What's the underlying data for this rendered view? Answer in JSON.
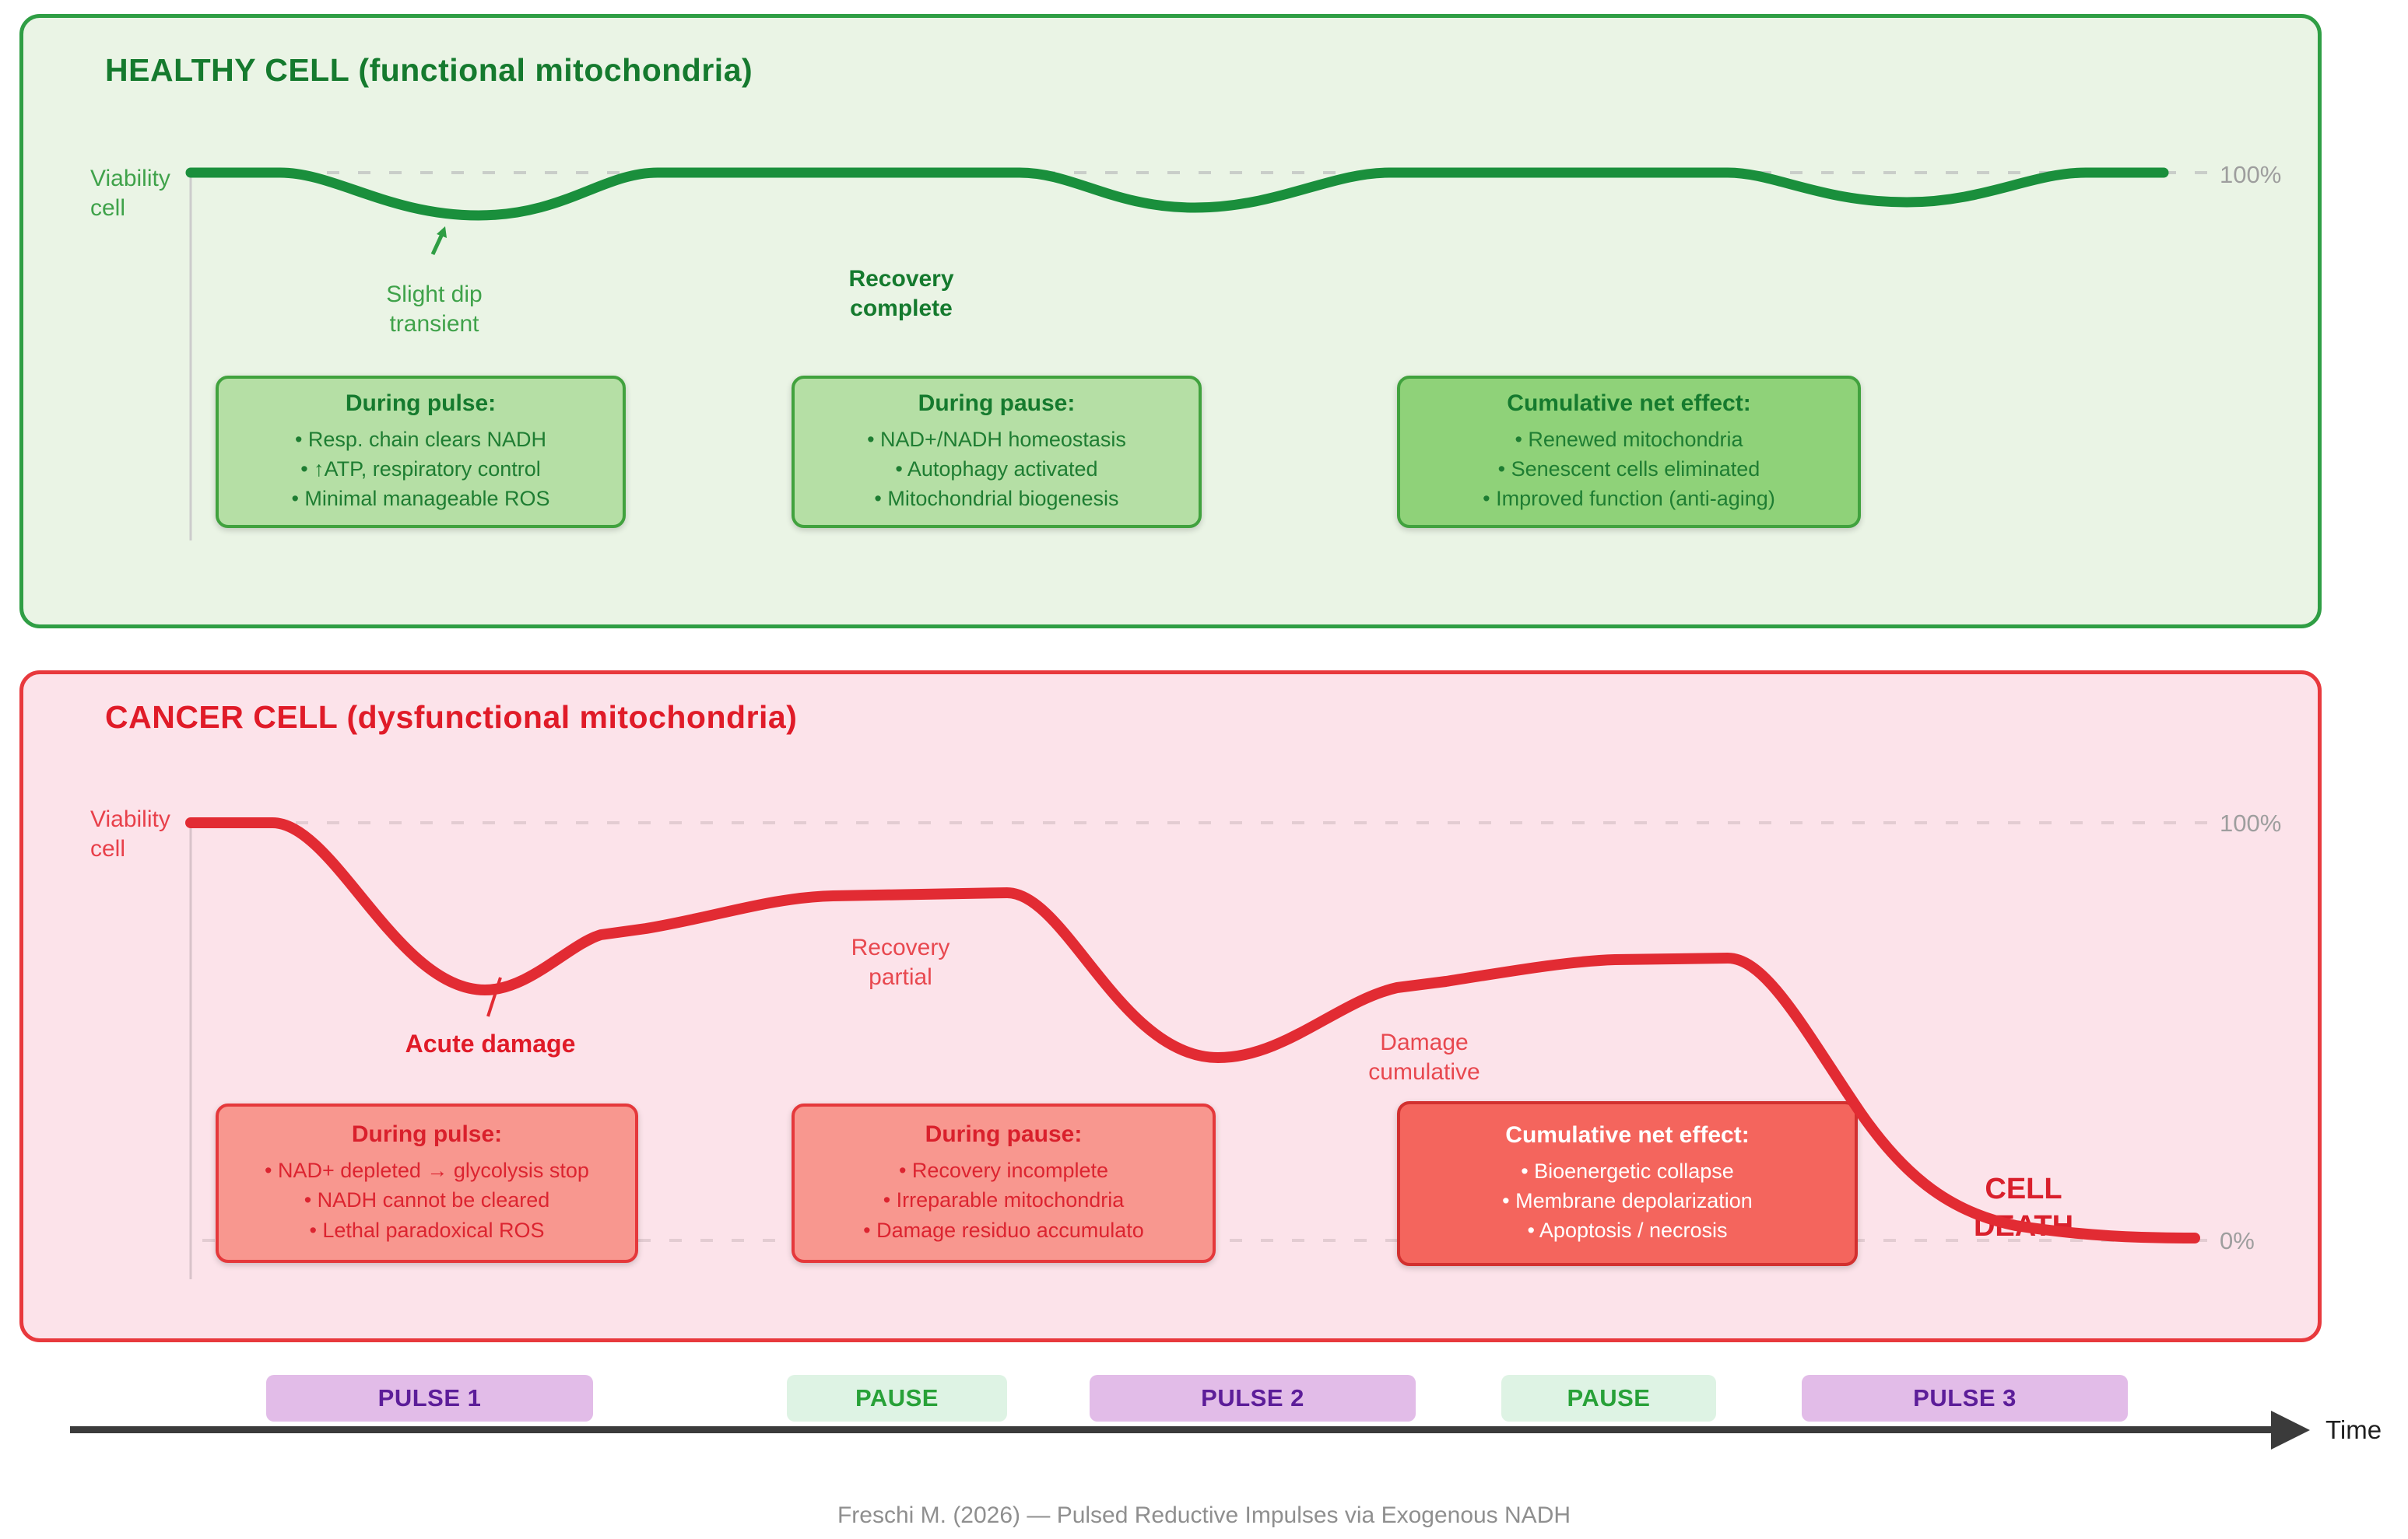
{
  "healthy": {
    "title": "HEALTHY CELL (functional mitochondria)",
    "y_axis_label": "Viability\ncell",
    "gridline_label_100": "100%",
    "annotation_dip": "Slight dip\ntransient",
    "annotation_recovery": "Recovery\ncomplete",
    "boxes": [
      {
        "title": "During pulse:",
        "items": [
          "• Resp. chain clears NADH",
          "• ↑ATP, respiratory control",
          "• Minimal manageable ROS"
        ]
      },
      {
        "title": "During pause:",
        "items": [
          "• NAD+/NADH homeostasis",
          "• Autophagy activated",
          "• Mitochondrial biogenesis"
        ]
      },
      {
        "title": "Cumulative net effect:",
        "items": [
          "• Renewed mitochondria",
          "• Senescent cells eliminated",
          "• Improved function (anti-aging)"
        ]
      }
    ]
  },
  "cancer": {
    "title": "CANCER CELL (dysfunctional mitochondria)",
    "y_axis_label": "Viability\ncell",
    "gridline_label_100": "100%",
    "gridline_label_0": "0%",
    "annotation_acute": "Acute damage",
    "annotation_recovery": "Recovery\npartial",
    "annotation_damage": "Damage\ncumulative",
    "annotation_death": "CELL\nDEATH",
    "boxes": [
      {
        "title": "During pulse:",
        "items": [
          "• NAD+ depleted → glycolysis stop",
          "• NADH cannot be cleared",
          "• Lethal paradoxical ROS"
        ]
      },
      {
        "title": "During pause:",
        "items": [
          "• Recovery incomplete",
          "• Irreparable mitochondria",
          "• Damage residuo accumulato"
        ]
      },
      {
        "title": "Cumulative net effect:",
        "items": [
          "• Bioenergetic collapse",
          "• Membrane depolarization",
          "• Apoptosis / necrosis"
        ]
      }
    ]
  },
  "timeline": {
    "badges": [
      {
        "label": "PULSE 1",
        "type": "pulse"
      },
      {
        "label": "PAUSE",
        "type": "pause"
      },
      {
        "label": "PULSE 2",
        "type": "pulse"
      },
      {
        "label": "PAUSE",
        "type": "pause"
      },
      {
        "label": "PULSE 3",
        "type": "pulse"
      }
    ],
    "axis_label": "Time"
  },
  "footer": {
    "citation": "Freschi M. (2026) — Pulsed Reductive Impulses via Exogenous NADH"
  },
  "colors": {
    "healthy_border": "#2f9e44",
    "healthy_bg": "#eaf4e5",
    "healthy_curve": "#1a8f3c",
    "cancer_border": "#e8393d",
    "cancer_bg": "#fce3ea",
    "cancer_curve": "#e22b33",
    "pulse_badge_bg": "#e2bce8",
    "pulse_badge_text": "#5c1d99",
    "pause_badge_bg": "#def3e4",
    "pause_badge_text": "#28a138",
    "axis": "#3b3b3b",
    "gray_labels": "#9e9e9e"
  },
  "chart_data": [
    {
      "type": "line",
      "title": "HEALTHY CELL (functional mitochondria)",
      "ylabel": "Viability cell",
      "ylim_labels": [
        "0%",
        "100%"
      ],
      "x_phases": [
        "PULSE 1",
        "PAUSE",
        "PULSE 2",
        "PAUSE",
        "PULSE 3"
      ],
      "series": [
        {
          "name": "healthy viability %",
          "values": [
            100,
            90,
            100,
            100,
            91,
            100,
            100,
            92,
            100
          ]
        }
      ],
      "annotations": [
        "Slight dip transient",
        "Recovery complete"
      ],
      "gridlines": [
        "100% dashed"
      ]
    },
    {
      "type": "line",
      "title": "CANCER CELL (dysfunctional mitochondria)",
      "ylabel": "Viability cell",
      "ylim_labels": [
        "0%",
        "100%"
      ],
      "x_phases": [
        "PULSE 1",
        "PAUSE",
        "PULSE 2",
        "PAUSE",
        "PULSE 3"
      ],
      "series": [
        {
          "name": "cancer viability %",
          "values": [
            100,
            60,
            78,
            83,
            44,
            65,
            68,
            10,
            0
          ]
        }
      ],
      "annotations": [
        "Acute damage",
        "Recovery partial",
        "Damage cumulative",
        "CELL DEATH"
      ],
      "gridlines": [
        "100% dashed",
        "0% dashed"
      ]
    }
  ]
}
